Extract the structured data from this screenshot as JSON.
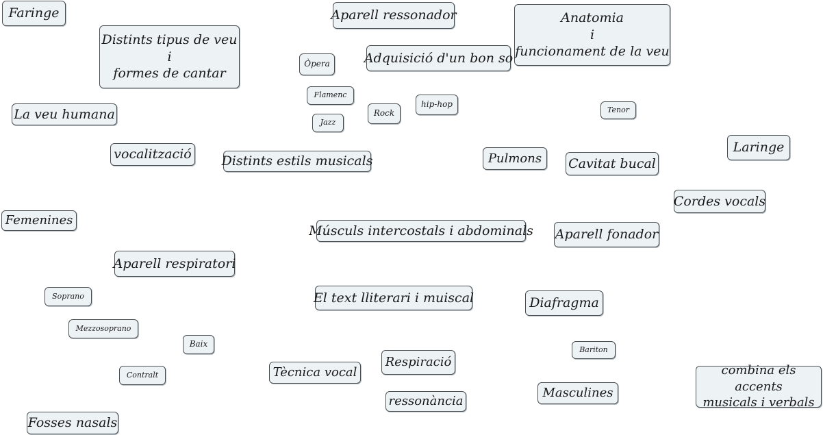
{
  "nodes": {
    "faringe": "Faringe",
    "distints_tipus_l1": "Distints tipus de  veu",
    "distints_tipus_l2": "i",
    "distints_tipus_l3": "formes de cantar",
    "aparell_ressonador": "Aparell ressonador",
    "anatomia_l1": "Anatomia",
    "anatomia_l2": "i",
    "anatomia_l3": "funcionament de la veu",
    "opera": "Òpera",
    "adquisicio": "Adquisició d'un bon so",
    "flamenc": "Flamenc",
    "hiphop": "hip-hop",
    "rock": "Rock",
    "jazz": "Jazz",
    "la_veu_humana": "La veu humana",
    "tenor": "Tenor",
    "laringe": "Laringe",
    "vocalitzacio": "vocalització",
    "distints_estils": "Distints estils musicals",
    "pulmons": "Pulmons",
    "cavitat_bucal": "Cavitat bucal",
    "cordes_vocals": "Cordes vocals",
    "femenines": "Femenines",
    "muscles": "Músculs intercostals i abdominals",
    "aparell_fonador": "Aparell fonador",
    "aparell_respiratori": "Aparell respiratori",
    "soprano": "Soprano",
    "text_literari": "El text lliterari i muiscal",
    "diafragma": "Diafragma",
    "mezzosoprano": "Mezzosoprano",
    "baix": "Baix",
    "bariton": "Bariton",
    "respiracio": "Respiració",
    "contralt": "Contralt",
    "tecnica_vocal": "Tècnica vocal",
    "ressonancia": "ressonància",
    "masculines": "Masculines",
    "combina_l1": "combina els accents",
    "combina_l2": "musicals i verbals",
    "fosses_nasals": "Fosses nasals"
  }
}
